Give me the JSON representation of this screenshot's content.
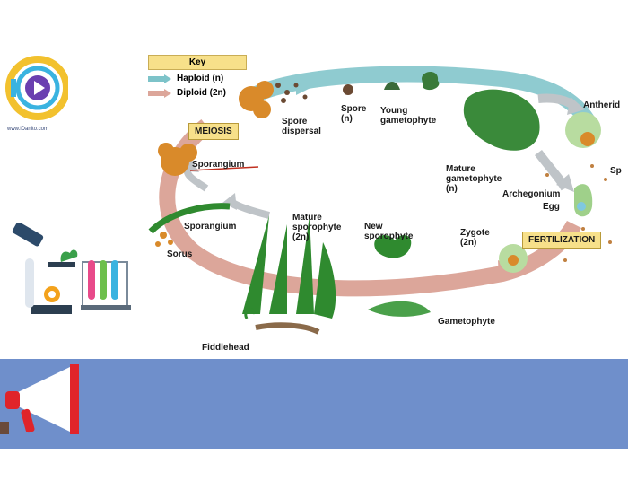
{
  "logo": {
    "text": "www.iDanito.com"
  },
  "key": {
    "title": "Key",
    "haploid_label": "Haploid (n)",
    "diploid_label": "Diploid (2n)",
    "haploid_color": "#7dc3c9",
    "diploid_color": "#dca69a"
  },
  "stages": {
    "meiosis": "MEIOSIS",
    "fertilization": "FERTILIZATION",
    "spore_dispersal": [
      "Spore",
      "dispersal"
    ],
    "spore": [
      "Spore",
      "(n)"
    ],
    "young_gametophyte": [
      "Young",
      "gametophyte"
    ],
    "antheridium": "Antherid",
    "sperm": "Sp",
    "mature_gametophyte": [
      "Mature",
      "gametophyte",
      "(n)"
    ],
    "archegonium": "Archegonium",
    "egg": "Egg",
    "zygote": [
      "Zygote",
      "(2n)"
    ],
    "new_sporophyte": [
      "New",
      "sporophyte"
    ],
    "gametophyte": "Gametophyte",
    "mature_sporophyte": [
      "Mature",
      "sporophyte",
      "(2n)"
    ],
    "fiddlehead": "Fiddlehead",
    "sporangium_top": "Sporangium",
    "sporangium_leaf": "Sporangium",
    "sorus": "Sorus"
  },
  "icons": [
    "logo-icon",
    "microscope-icon",
    "test-tubes-icon",
    "megaphone-icon"
  ],
  "colors": {
    "banner": "#6f8fcb",
    "leaf": "#2f8a2f",
    "sporangium": "#d98a2a"
  }
}
